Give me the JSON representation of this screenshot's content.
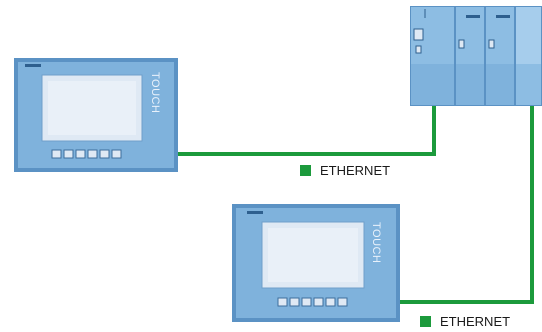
{
  "hmi_panels": [
    {
      "brand": "TOUCH",
      "function_keys": 6
    },
    {
      "brand": "TOUCH",
      "function_keys": 6
    }
  ],
  "plc": {
    "modules": 4
  },
  "links": [
    {
      "label": "ETHERNET",
      "color": "#1c9a3c"
    },
    {
      "label": "ETHERNET",
      "color": "#1c9a3c"
    }
  ],
  "colors": {
    "device_body": "#7fb2dc",
    "device_frame": "#5b92c4",
    "screen": "#dfe9f4",
    "ethernet": "#1c9a3c"
  }
}
